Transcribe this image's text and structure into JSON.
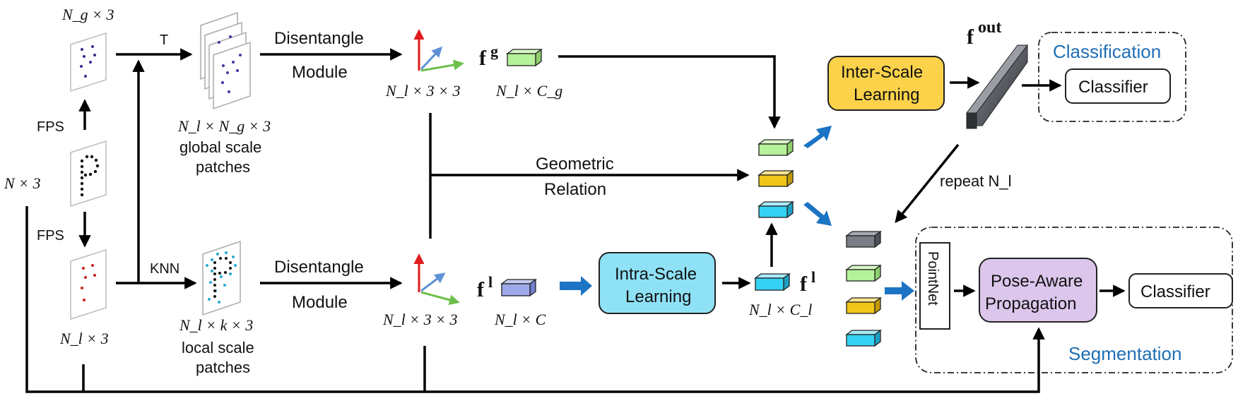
{
  "points_top": "N_g × 3",
  "points_main": "N × 3",
  "points_bottom": "N_l × 3",
  "fps_top": "FPS",
  "fps_bottom": "FPS",
  "t_label": "T",
  "knn_label": "KNN",
  "global_patches": {
    "dims": "N_l × N_g × 3",
    "line1": "global scale",
    "line2": "patches"
  },
  "local_patches": {
    "dims": "N_l × k × 3",
    "line1": "local scale",
    "line2": "patches"
  },
  "disentangle_top": {
    "line1": "Disentangle",
    "line2": "Module"
  },
  "disentangle_bottom": {
    "line1": "Disentangle",
    "line2": "Module"
  },
  "pose_top_dims": "N_l × 3 × 3",
  "pose_bottom_dims": "N_l × 3 × 3",
  "fg": {
    "symbol": "f",
    "sup": "g",
    "dims": "N_l × C_g"
  },
  "fl_mid": {
    "symbol": "f",
    "sup": "l",
    "dims": "N_l × C"
  },
  "fl_out": {
    "symbol": "f",
    "sup": "l",
    "dims": "N_l × C_l"
  },
  "geometric": {
    "line1": "Geometric",
    "line2": "Relation"
  },
  "intra_scale": {
    "line1": "Intra-Scale",
    "line2": "Learning"
  },
  "inter_scale": {
    "line1": "Inter-Scale",
    "line2": "Learning"
  },
  "fout": {
    "symbol": "f",
    "sup": "out"
  },
  "classification_title": "Classification",
  "classifier_top": "Classifier",
  "repeat_label": "repeat N_l",
  "pointnet": "PointNet",
  "pose_aware": {
    "line1": "Pose-Aware",
    "line2": "Propagation"
  },
  "classifier_bottom": "Classifier",
  "segmentation_title": "Segmentation",
  "colors": {
    "green": "#b6f29a",
    "yellow": "#f2c618",
    "cyan": "#34d2f5",
    "lavender": "#9ea9ea",
    "gray": "#7a7e86",
    "inter_box": "#fbd24a",
    "intra_box": "#8fe1f6",
    "pose_box": "#dcc6ec",
    "blue_arrow": "#1c74c4",
    "axis_red": "#e01b1b",
    "axis_blue": "#5e92d6",
    "axis_green": "#6bbf4a"
  }
}
